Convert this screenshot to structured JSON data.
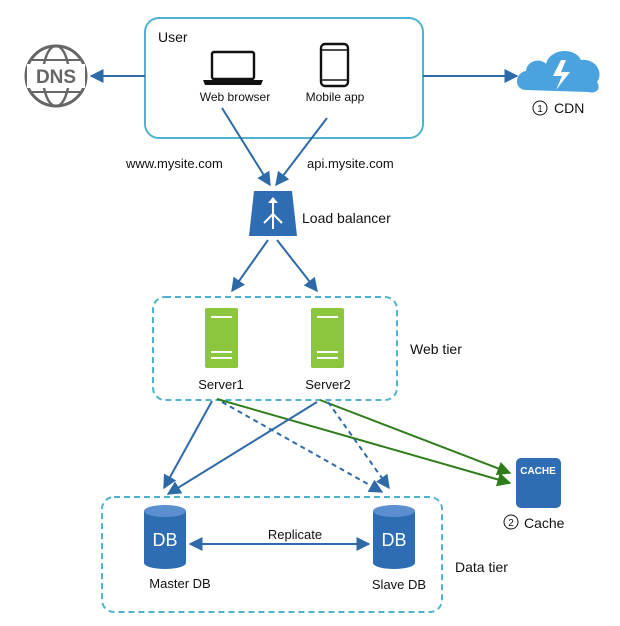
{
  "user": {
    "title": "User",
    "web_browser": "Web browser",
    "mobile_app": "Mobile app"
  },
  "dns": {
    "label": "DNS"
  },
  "cdn": {
    "label": "CDN",
    "number": "1"
  },
  "domains": {
    "web": "www.mysite.com",
    "api": "api.mysite.com"
  },
  "load_balancer": {
    "label": "Load balancer"
  },
  "web_tier": {
    "label": "Web tier",
    "servers": [
      "Server1",
      "Server2"
    ]
  },
  "cache": {
    "icon_text": "CACHE",
    "label": "Cache",
    "number": "2"
  },
  "data_tier": {
    "label": "Data tier",
    "master": {
      "label": "Master DB",
      "icon_text": "DB"
    },
    "slave": {
      "label": "Slave DB",
      "icon_text": "DB"
    },
    "replicate": "Replicate"
  },
  "colors": {
    "box_border": "#4fb3cf",
    "arrow_blue": "#2f6aa8",
    "arrow_green": "#2e7d1a",
    "icon_blue": "#2e6db4",
    "server_green": "#8cc63f",
    "cloud_blue": "#4aa3df",
    "dns_gray": "#666666"
  }
}
